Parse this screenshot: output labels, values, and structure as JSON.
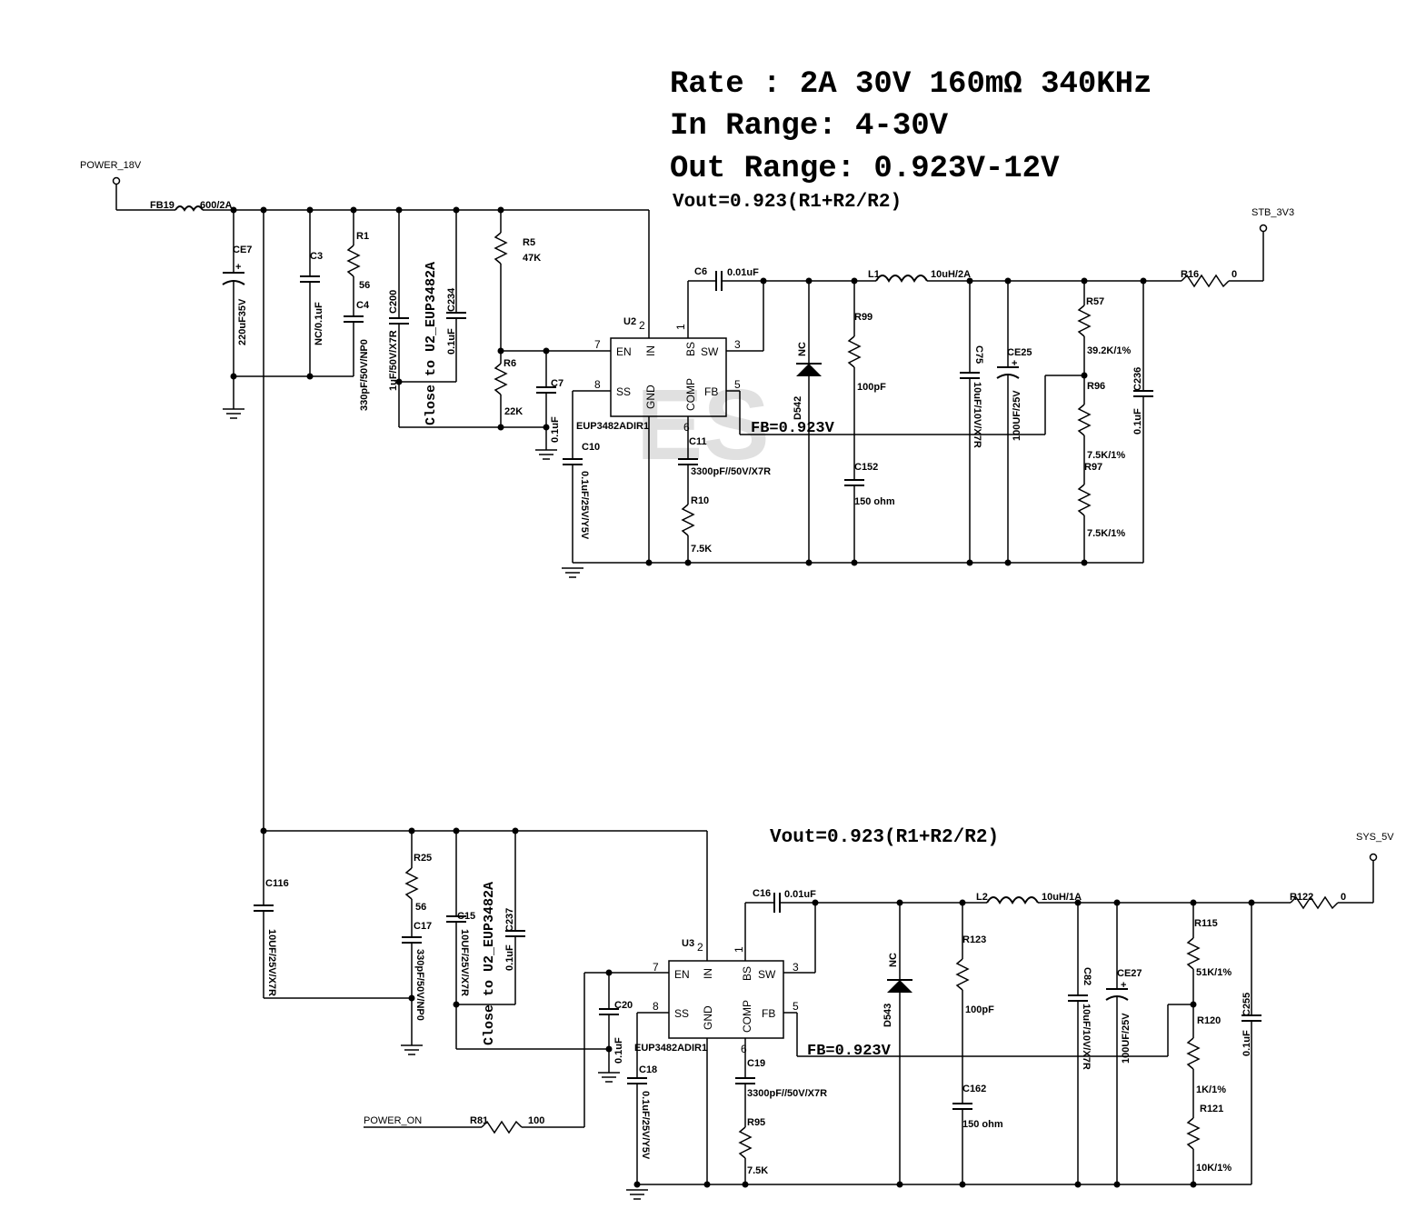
{
  "specs": {
    "rate": "Rate : 2A 30V 160mΩ 340KHz",
    "in_range": "In Range: 4-30V",
    "out_range": "Out Range: 0.923V-12V"
  },
  "notes": {
    "vout_top": "Vout=0.923(R1+R2/R2)",
    "vout_bottom": "Vout=0.923(R1+R2/R2)",
    "fb_top": "FB=0.923V",
    "fb_bottom": "FB=0.923V",
    "close_top": "Close to U2_EUP3482A",
    "close_bottom": "Close to U2_EUP3482A",
    "watermark": "ES"
  },
  "nets": {
    "power_18v": "POWER_18V",
    "stb_3v3": "STB_3V3",
    "sys_5v": "SYS_5V",
    "power_on": "POWER_ON"
  },
  "ic_top": {
    "ref": "U2",
    "pin_num_top": "2",
    "part": "EUP3482ADIR1",
    "pins": {
      "en": "EN",
      "in": "IN",
      "bs": "BS",
      "sw": "SW",
      "ss": "SS",
      "gnd": "GND",
      "comp": "COMP",
      "fb": "FB"
    },
    "pin_numbers": {
      "en": "7",
      "ss": "8",
      "bs": "1",
      "sw": "3",
      "fb": "5",
      "comp": "6"
    }
  },
  "ic_bottom": {
    "ref": "U3",
    "pin_num_top": "2",
    "part": "EUP3482ADIR1",
    "pins": {
      "en": "EN",
      "in": "IN",
      "bs": "BS",
      "sw": "SW",
      "ss": "SS",
      "gnd": "GND",
      "comp": "COMP",
      "fb": "FB"
    },
    "pin_numbers": {
      "en": "7",
      "ss": "8",
      "bs": "1",
      "sw": "3",
      "fb": "5",
      "comp": "6"
    }
  },
  "parts_top": {
    "fb19": "FB19",
    "fb19_val": "600/2A",
    "ce7": "CE7",
    "ce7_val": "220uF35V",
    "c3": "C3",
    "c3_val": "NC/0.1uF",
    "r1": "R1",
    "r1_val": "56",
    "c4": "C4",
    "c4_val": "330pF/50V/NP0",
    "c200": "C200",
    "c200_val": "1uF/50V/X7R",
    "c234": "C234",
    "c234_val": "0.1uF",
    "r5": "R5",
    "r5_val": "47K",
    "r6": "R6",
    "r6_val": "22K",
    "c7": "C7",
    "c7_val": "0.1uF",
    "c10": "C10",
    "c10_val": "0.1uF/25V/Y5V",
    "c6": "C6",
    "c6_val": "0.01uF",
    "c11": "C11",
    "c11_val": "3300pF//50V/X7R",
    "r10": "R10",
    "r10_val": "7.5K",
    "d542": "D542",
    "d542_val": "NC",
    "r99": "R99",
    "r99_val": "100pF",
    "c152": "C152",
    "c152_val": "150 ohm",
    "l1": "L1",
    "l1_val": "10uH/2A",
    "c75": "C75",
    "c75_val": "10uF/10V/X7R",
    "ce25": "CE25",
    "ce25_val": "100UF/25V",
    "r57": "R57",
    "r57_val": "39.2K/1%",
    "r96": "R96",
    "r96_val": "7.5K/1%",
    "r97": "R97",
    "r97_val": "7.5K/1%",
    "c236": "C236",
    "c236_val": "0.1uF",
    "r16": "R16",
    "r16_val": "0"
  },
  "parts_bottom": {
    "c116": "C116",
    "c116_val": "10UF/25V/X7R",
    "r25": "R25",
    "r25_val": "56",
    "c17": "C17",
    "c17_val": "330pF/50V/NP0",
    "c15": "C15",
    "c15_val": "10UF/25V/X7R",
    "c237": "C237",
    "c237_val": "0.1uF",
    "c20": "C20",
    "c20_val": "0.1uF",
    "c18": "C18",
    "c18_val": "0.1uF/25V/Y5V",
    "r81": "R81",
    "r81_val": "100",
    "c16": "C16",
    "c16_val": "0.01uF",
    "c19": "C19",
    "c19_val": "3300pF//50V/X7R",
    "r95": "R95",
    "r95_val": "7.5K",
    "d543": "D543",
    "d543_val": "NC",
    "r123": "R123",
    "r123_val": "100pF",
    "c162": "C162",
    "c162_val": "150 ohm",
    "l2": "L2",
    "l2_val": "10uH/1A",
    "c82": "C82",
    "c82_val": "10uF/10V/X7R",
    "ce27": "CE27",
    "ce27_val": "100UF/25V",
    "r115": "R115",
    "r115_val": "51K/1%",
    "r120": "R120",
    "r120_val": "1K/1%",
    "r121": "R121",
    "r121_val": "10K/1%",
    "c255": "C255",
    "c255_val": "0.1uF",
    "r122": "R122",
    "r122_val": "0"
  }
}
